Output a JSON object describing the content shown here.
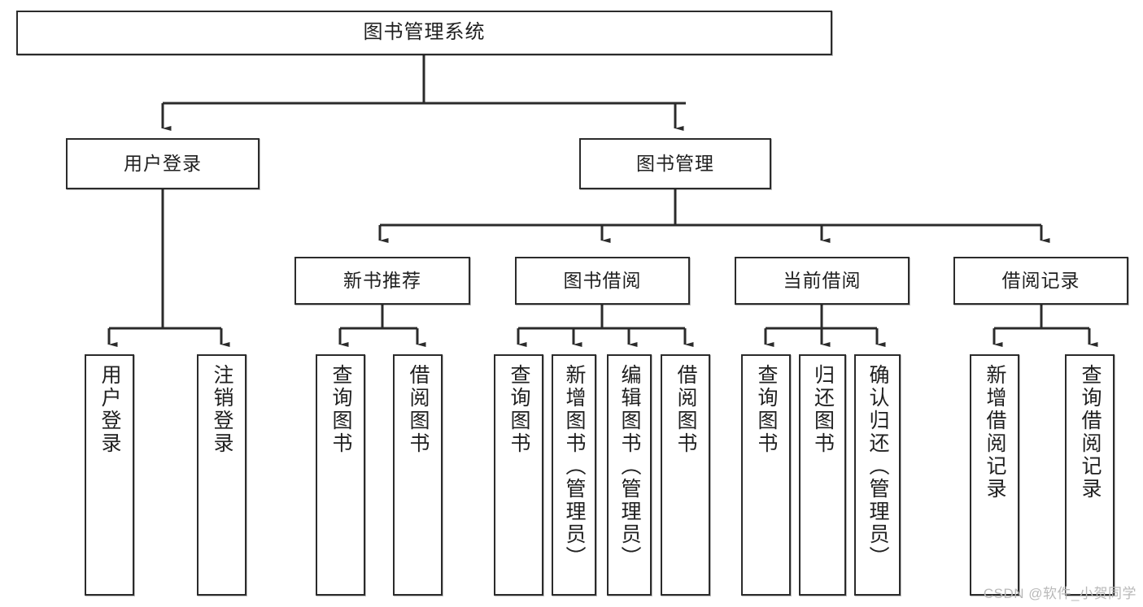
{
  "diagram": {
    "title": "图书管理系统",
    "root": {
      "label": "图书管理系统"
    },
    "level2": [
      {
        "label": "用户登录"
      },
      {
        "label": "图书管理"
      }
    ],
    "level3": [
      {
        "label": "新书推荐"
      },
      {
        "label": "图书借阅"
      },
      {
        "label": "当前借阅"
      },
      {
        "label": "借阅记录"
      }
    ],
    "leaves": {
      "user_login": [
        {
          "label": "用户登录"
        },
        {
          "label": "注销登录"
        }
      ],
      "new_book_recommend": [
        {
          "label": "查询图书"
        },
        {
          "label": "借阅图书"
        }
      ],
      "book_borrow": [
        {
          "label": "查询图书"
        },
        {
          "label": "新增图书（管理员）"
        },
        {
          "label": "编辑图书（管理员）"
        },
        {
          "label": "借阅图书"
        }
      ],
      "current_borrow": [
        {
          "label": "查询图书"
        },
        {
          "label": "归还图书"
        },
        {
          "label": "确认归还（管理员）"
        }
      ],
      "borrow_record": [
        {
          "label": "新增借阅记录"
        },
        {
          "label": "查询借阅记录"
        }
      ]
    }
  },
  "watermark": {
    "text": "CSDN @软件_小贺同学"
  },
  "colors": {
    "stroke": "#2b2b2b",
    "fill": "#ffffff",
    "text": "#1f1f1f",
    "watermark": "#b9b9b9"
  }
}
